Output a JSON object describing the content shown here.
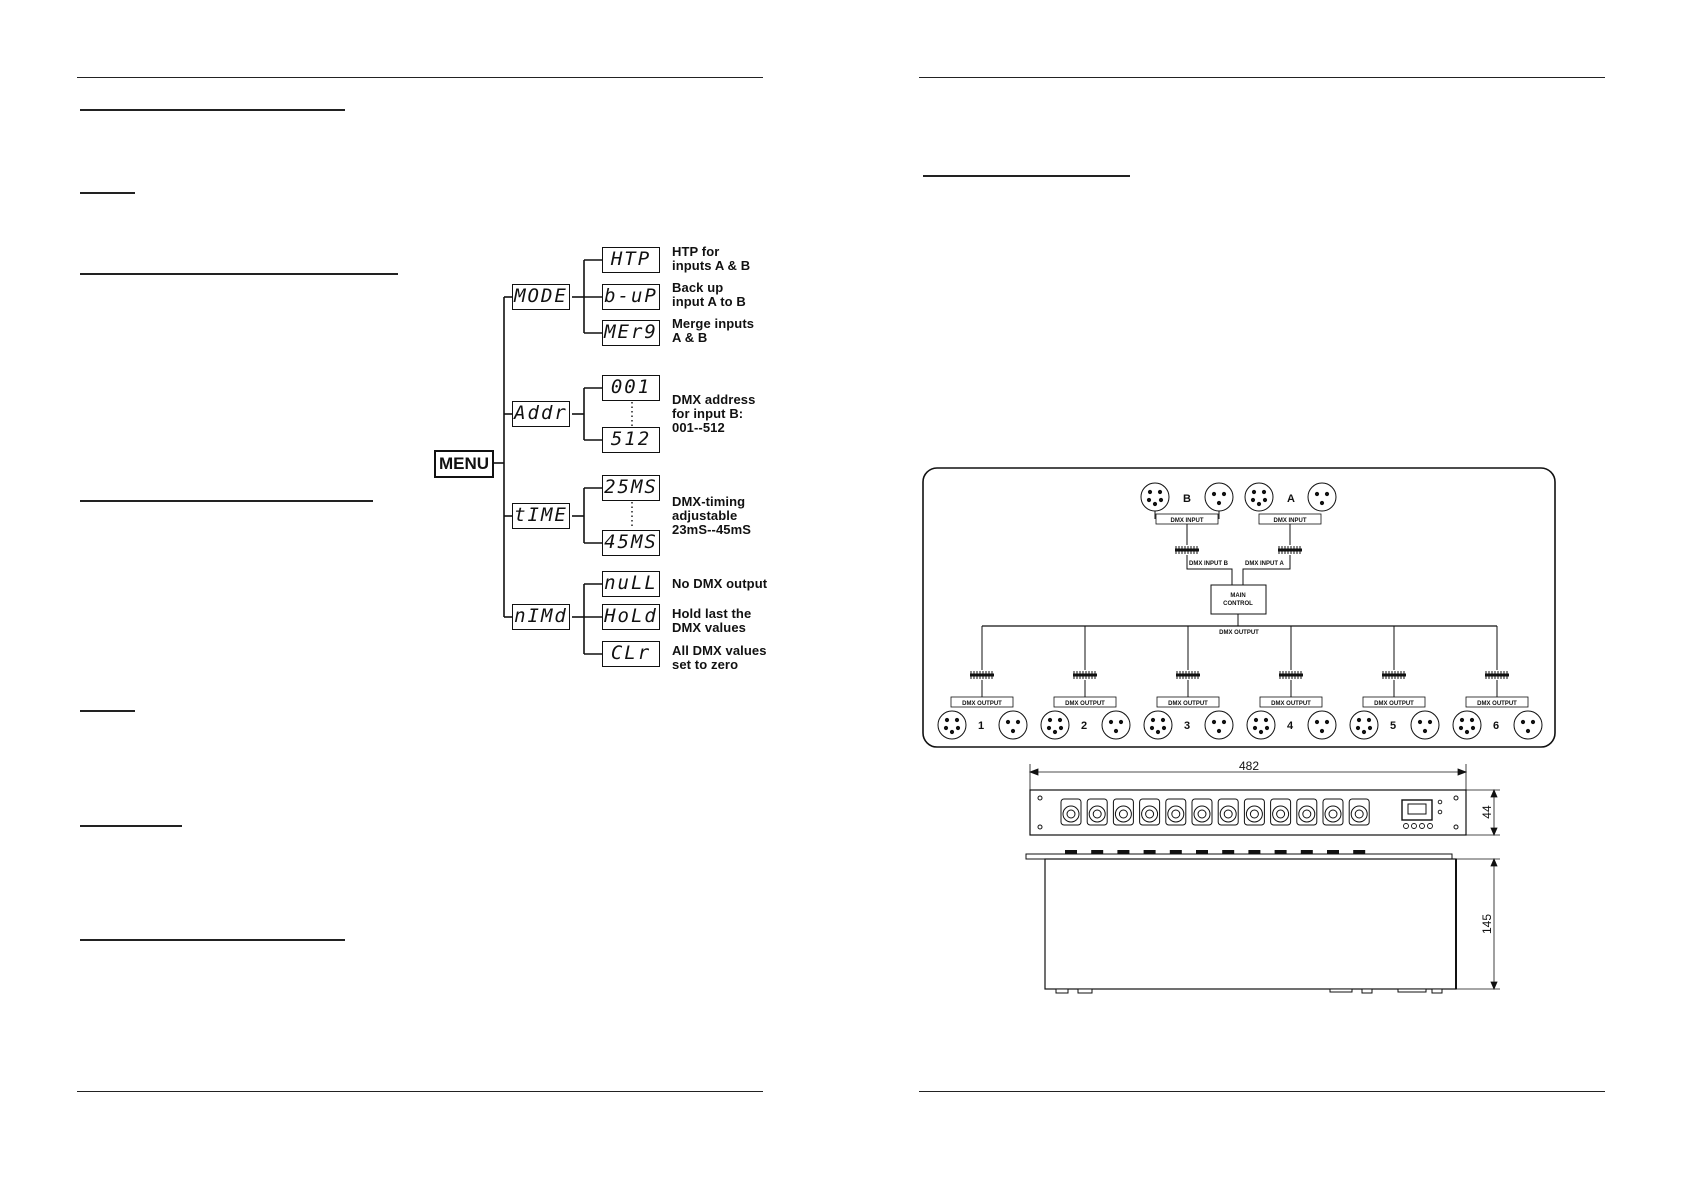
{
  "menu": {
    "root": "MENU",
    "branches": [
      {
        "display": "MODE",
        "options": [
          {
            "display": "HTP",
            "desc": "HTP for\ninputs A & B"
          },
          {
            "display": "b-uP",
            "desc": "Back up\ninput A to B"
          },
          {
            "display": "MEr9",
            "desc": "Merge inputs\nA & B"
          }
        ]
      },
      {
        "display": "Addr",
        "options": [
          {
            "display": "001",
            "desc": "DMX address\nfor input B:\n001--512"
          },
          {
            "display": "512",
            "desc": ""
          }
        ]
      },
      {
        "display": "tIME",
        "options": [
          {
            "display": "25MS",
            "desc": "DMX-timing\nadjustable\n23mS--45mS"
          },
          {
            "display": "45MS",
            "desc": ""
          }
        ]
      },
      {
        "display": "nIMd",
        "options": [
          {
            "display": "nuLL",
            "desc": "No DMX output"
          },
          {
            "display": "HoLd",
            "desc": "Hold last the\nDMX values"
          },
          {
            "display": "CLr",
            "desc": "All DMX values\nset to zero"
          }
        ]
      }
    ]
  },
  "block_diagram": {
    "inputs": [
      "B",
      "A"
    ],
    "dmx_input": "DMX INPUT",
    "dmx_input_b": "DMX INPUT B",
    "dmx_input_a": "DMX INPUT A",
    "main_control": "MAIN\nCONTROL",
    "dmx_output": "DMX OUTPUT",
    "outputs": [
      "1",
      "2",
      "3",
      "4",
      "5",
      "6"
    ]
  },
  "dimensions": {
    "width": "482",
    "height": "44",
    "depth": "145"
  }
}
